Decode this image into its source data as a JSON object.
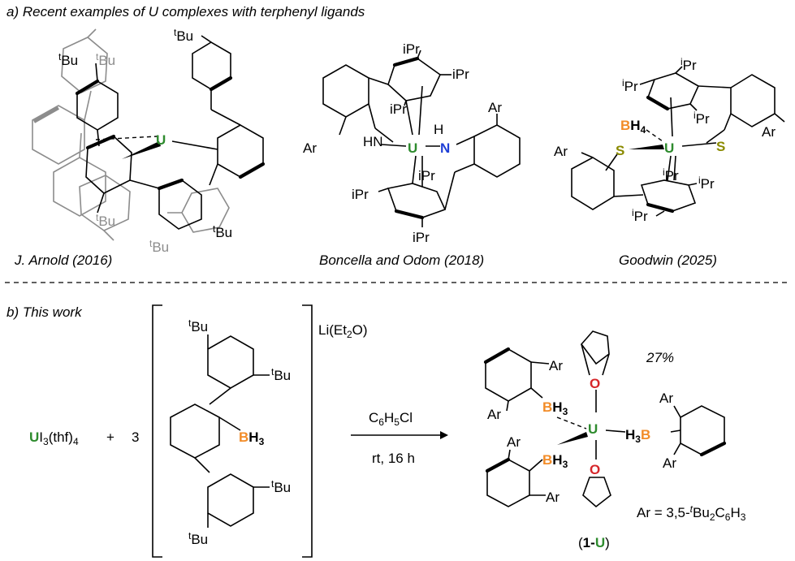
{
  "panel_a": {
    "heading": "a) Recent examples of U complexes with terphenyl ligands",
    "captions": [
      "J. Arnold (2016)",
      "Boncella and Odom (2018)",
      "Goodwin (2025)"
    ],
    "arnold": {
      "metal": "U",
      "tbu_labels": [
        {
          "sup": "t",
          "base": "Bu"
        },
        {
          "sup": "t",
          "base": "Bu"
        },
        {
          "sup": "t",
          "base": "Bu"
        },
        {
          "sup": "t",
          "base": "Bu"
        },
        {
          "sup": "t",
          "base": "Bu"
        },
        {
          "sup": "t",
          "base": "Bu"
        }
      ]
    },
    "boncella": {
      "metal": "U",
      "hn_left": "HN",
      "h_right": "H",
      "n_right": "N",
      "ar_left": "Ar",
      "ar_right": "Ar",
      "ipr_labels": [
        "iPr",
        "iPr",
        "iPr",
        "iPr",
        "iPr",
        "iPr"
      ]
    },
    "goodwin": {
      "metal": "U",
      "bh4_b": "B",
      "bh4_h": "H",
      "bh4_sub": "4",
      "s_left": "S",
      "s_right": "S",
      "ar_left": "Ar",
      "ar_right": "Ar",
      "ipr_sup": "i",
      "ipr_base": "Pr"
    }
  },
  "panel_b": {
    "heading": "b) This work",
    "reactant1": {
      "metal": "U",
      "rest": "I",
      "sub1": "3",
      "mid": "(thf)",
      "sub2": "4"
    },
    "plus": "+",
    "coef": "3",
    "bracket_salt": {
      "pre": "Li(Et",
      "sub": "2",
      "post": "O)"
    },
    "ligand": {
      "b": "B",
      "h": "H",
      "sub": "3",
      "tbu_sup": "t",
      "tbu_base": "Bu"
    },
    "solvent": {
      "base": "C",
      "s1": "6",
      "h": "H",
      "s2": "5",
      "cl": "Cl"
    },
    "conditions": "rt, 16 h",
    "product": {
      "yield": "27%",
      "metal": "U",
      "o": "O",
      "ar": "Ar",
      "bh3_b": "B",
      "bh3_h": "H",
      "bh3_sub": "3",
      "h3b_h": "H",
      "h3b_b": "B",
      "ar_def": {
        "pre": "Ar = 3,5-",
        "sup": "t",
        "bu": "Bu",
        "s2": "2",
        "c": "C",
        "s6": "6",
        "h": "H",
        "s3": "3"
      },
      "compound_label": {
        "open": "(",
        "num": "1",
        "dash": "-",
        "metal": "U",
        "close": ")"
      }
    }
  }
}
